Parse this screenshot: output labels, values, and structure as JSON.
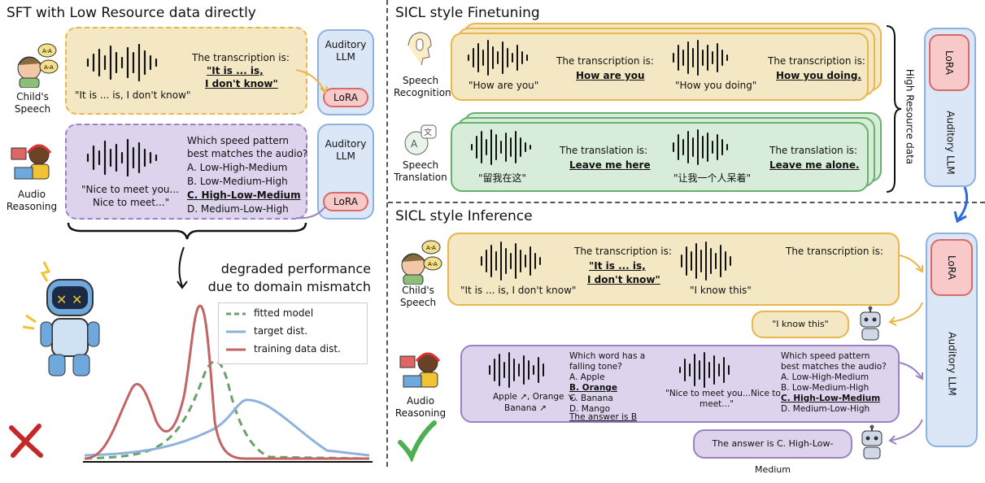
{
  "left": {
    "title": "SFT with Low Resource data directly",
    "child_label": "Child's\nSpeech",
    "audio_label": "Audio\nReasoning",
    "yellow_quote": "\"It is ... is, I don't know\"",
    "yellow_prompt": "The transcription is:",
    "yellow_answer1": "\"It is ... is,",
    "yellow_answer2": "I don't know\"",
    "purple_quote1": "\"Nice to meet you...",
    "purple_quote2": "Nice to meet...\"",
    "purple_q1": "Which speed pattern",
    "purple_q2": "best matches the audio?",
    "purple_a": "A. Low-High-Medium",
    "purple_b": "B. Low-Medium-High",
    "purple_c": "C. High-Low-Medium",
    "purple_d": "D. Medium-Low-High",
    "llm_label": "Auditory\nLLM",
    "lora": "LoRA",
    "degraded": "degraded performance\ndue to domain mismatch",
    "legend": [
      "fitted model",
      "target dist.",
      "training data dist."
    ]
  },
  "right_top": {
    "title": "SICL style Finetuning",
    "sr_label": "Speech\nRecognition",
    "st_label": "Speech\nTranslation",
    "sr_prompt": "The transcription is:",
    "sr_q1": "\"How are you\"",
    "sr_a1": "How are you",
    "sr_q2": "\"How you doing\"",
    "sr_a2": "How you doing.",
    "st_prompt": "The translation is:",
    "st_q1": "\"留我在这\"",
    "st_a1": "Leave me here",
    "st_q2": "\"让我一个人呆着\"",
    "st_a2": "Leave me alone.",
    "high_resource": "High Resource data",
    "llm": "Auditory LLM",
    "lora": "LoRA"
  },
  "right_bottom": {
    "title": "SICL style Inference",
    "child_label": "Child's\nSpeech",
    "audio_label": "Audio\nReasoning",
    "y_prompt": "The transcription is:",
    "y_q1": "\"It is ... is, I don't know\"",
    "y_a1a": "\"It is ... is,",
    "y_a1b": "I don't know\"",
    "y_q2": "\"I know this\"",
    "y_out": "\"I know this\"",
    "p_q1a": "Which word has a",
    "p_q1b": "falling tone?",
    "p_a1": "A. Apple",
    "p_b1": "B. Orange",
    "p_c1": "C. Banana",
    "p_d1": "D. Mango",
    "p_ans1": "The answer is B",
    "p_audio1a": "Apple ↗, Orange ↘,",
    "p_audio1b": "Banana ↗",
    "p_audio2a": "\"Nice to meet you...Nice to",
    "p_audio2b": "meet...\"",
    "p_q2a": "Which speed pattern",
    "p_q2b": "best matches the audio?",
    "p_a2": "A. Low-High-Medium",
    "p_b2": "B. Low-Medium-High",
    "p_c2": "C. High-Low-Medium",
    "p_d2": "D. Medium-Low-High",
    "p_out": "The answer is C. High-Low-Medium",
    "llm": "Auditory LLM",
    "lora": "LoRA"
  },
  "colors": {
    "yellow": "#f4e8c4",
    "purple": "#ddd3ec",
    "green": "#d7ecd9",
    "blue": "#dbe7f6",
    "lora": "#f7c9c9"
  }
}
